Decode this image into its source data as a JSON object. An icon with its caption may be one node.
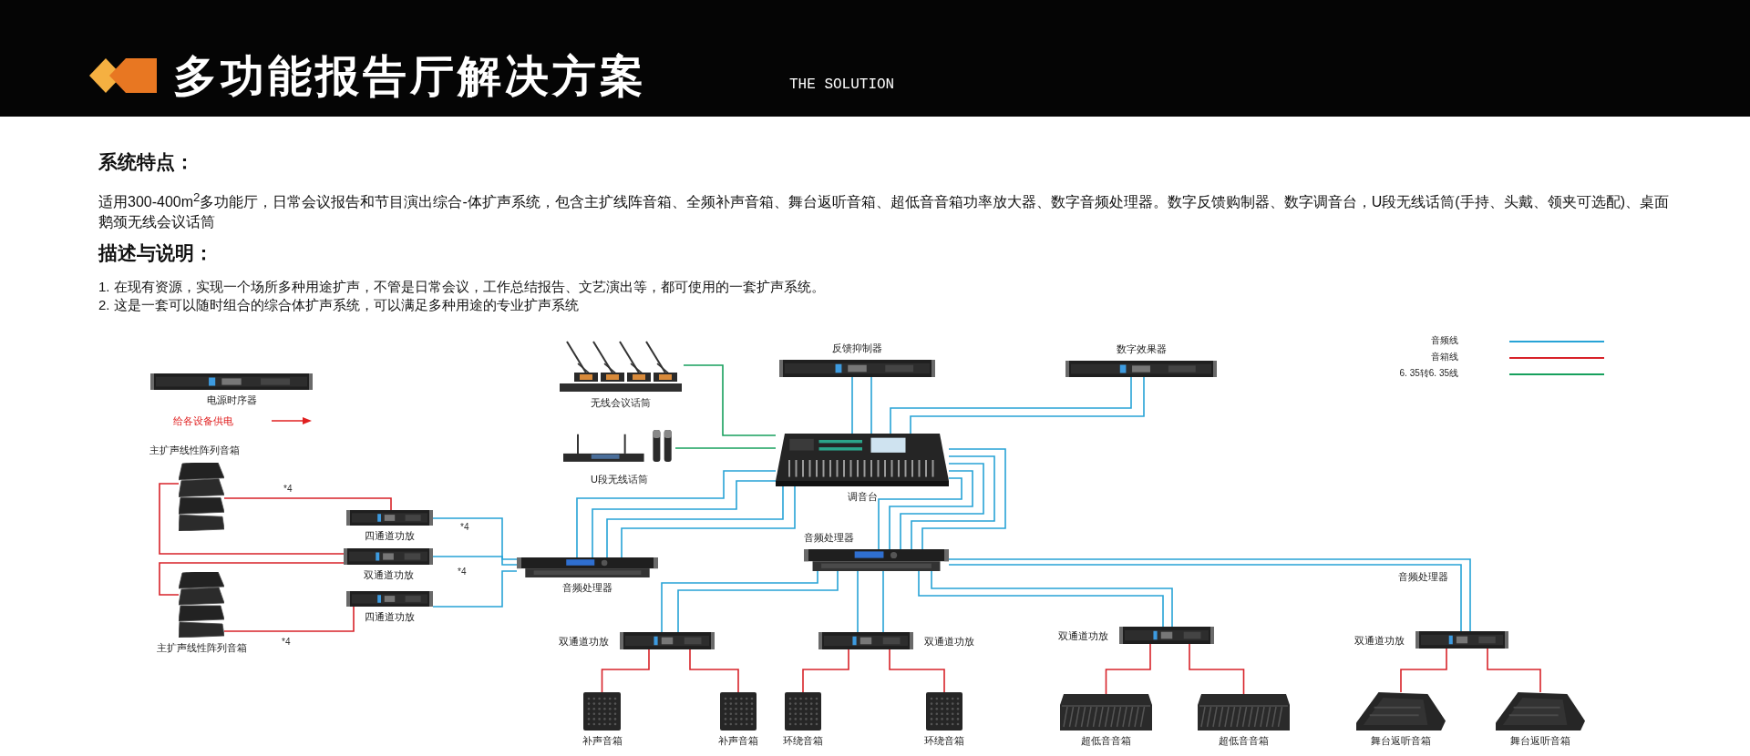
{
  "diagram": {
    "title": "多功能报告厅解决方案",
    "nodes": [
      {
        "text": [
          "电源时序器"
        ]
      },
      {
        "text": [
          "无线会议话筒"
        ]
      },
      {
        "text": [
          "U段无线话筒"
        ]
      },
      {
        "text": [
          "反馈抑制器"
        ]
      },
      {
        "text": [
          "数字效果器"
        ]
      },
      {
        "text": [
          "调音台"
        ]
      },
      {
        "text": [
          "主扩声线性阵列音箱"
        ]
      },
      {
        "text": [
          "四通道功放"
        ]
      },
      {
        "text": [
          "双通道功放"
        ]
      },
      {
        "text": [
          "四通道功放"
        ]
      },
      {
        "text": [
          "主扩声线性阵列音箱"
        ]
      },
      {
        "text": [
          "音频处理器"
        ]
      },
      {
        "text": [
          "音频处理器"
        ]
      },
      {
        "text": [
          "双通道功放"
        ]
      },
      {
        "text": [
          "双通道功放"
        ]
      },
      {
        "text": [
          "双通道功放"
        ]
      },
      {
        "text": [
          "双通道功放"
        ]
      },
      {
        "text": [
          "补声音箱"
        ]
      },
      {
        "text": [
          "补声音箱"
        ]
      },
      {
        "text": [
          "环绕音箱"
        ]
      },
      {
        "text": [
          "环绕音箱"
        ]
      },
      {
        "text": [
          "超低音音箱"
        ]
      },
      {
        "text": [
          "超低音音箱"
        ]
      },
      {
        "text": [
          "舞台返听音箱"
        ]
      },
      {
        "text": [
          "舞台返听音箱"
        ]
      }
    ],
    "edges": [
      {
        "from": 1,
        "to": 5,
        "arrow": "none",
        "color": "#17a05d"
      },
      {
        "from": 2,
        "to": 5,
        "arrow": "none",
        "color": "#17a05d"
      },
      {
        "from": 3,
        "to": 5,
        "arrow": "none"
      },
      {
        "from": 3,
        "to": 5,
        "arrow": "none"
      },
      {
        "from": 4,
        "to": 5,
        "arrow": "none"
      },
      {
        "from": 4,
        "to": 5,
        "arrow": "none"
      },
      {
        "from": 5,
        "to": 11,
        "arrow": "none"
      },
      {
        "from": 5,
        "to": 11,
        "arrow": "none"
      },
      {
        "from": 5,
        "to": 11,
        "arrow": "none"
      },
      {
        "from": 5,
        "to": 11,
        "arrow": "none"
      },
      {
        "from": 5,
        "to": 12,
        "arrow": "none"
      },
      {
        "from": 5,
        "to": 12,
        "arrow": "none"
      },
      {
        "from": 5,
        "to": 12,
        "arrow": "none"
      },
      {
        "from": 5,
        "to": 12,
        "arrow": "none"
      },
      {
        "from": 5,
        "to": 12,
        "arrow": "none"
      },
      {
        "from": 11,
        "to": 7,
        "arrow": "none"
      },
      {
        "from": 11,
        "to": 8,
        "arrow": "none"
      },
      {
        "from": 11,
        "to": 9,
        "arrow": "none"
      },
      {
        "from": 6,
        "to": 7,
        "arrow": "none",
        "color": "#d8232a"
      },
      {
        "from": 6,
        "to": 8,
        "arrow": "none",
        "color": "#d8232a"
      },
      {
        "from": 8,
        "to": 10,
        "arrow": "none",
        "color": "#d8232a"
      },
      {
        "from": 10,
        "to": 9,
        "arrow": "none",
        "color": "#d8232a"
      },
      {
        "from": 12,
        "to": 13,
        "arrow": "none"
      },
      {
        "from": 12,
        "to": 13,
        "arrow": "none"
      },
      {
        "from": 12,
        "to": 14,
        "arrow": "none"
      },
      {
        "from": 12,
        "to": 14,
        "arrow": "none"
      },
      {
        "from": 12,
        "to": 15,
        "arrow": "none"
      },
      {
        "from": 12,
        "to": 15,
        "arrow": "none"
      },
      {
        "from": 12,
        "to": 16,
        "arrow": "none"
      },
      {
        "from": 12,
        "to": 16,
        "arrow": "none"
      },
      {
        "from": 13,
        "to": 17,
        "arrow": "none",
        "color": "#d8232a"
      },
      {
        "from": 13,
        "to": 18,
        "arrow": "none",
        "color": "#d8232a"
      },
      {
        "from": 14,
        "to": 19,
        "arrow": "none",
        "color": "#d8232a"
      },
      {
        "from": 14,
        "to": 20,
        "arrow": "none",
        "color": "#d8232a"
      },
      {
        "from": 15,
        "to": 21,
        "arrow": "none",
        "color": "#d8232a"
      },
      {
        "from": 15,
        "to": 22,
        "arrow": "none",
        "color": "#d8232a"
      },
      {
        "from": 16,
        "to": 23,
        "arrow": "none",
        "color": "#d8232a"
      },
      {
        "from": 16,
        "to": 24,
        "arrow": "none",
        "color": "#d8232a"
      }
    ],
    "labels": [
      "THE SOLUTION",
      "系统特点：",
      "适用300-400m$^{2}$多功能厅，日常会议报告和节目演出综合-体扩声系统，包含主扩线阵音箱、全频补声音箱、舞台返听音箱、超低音音箱功率放大器、数字音频处理器。数字反馈购制器、数字调音台，U段无线话筒(手持、头戴、领夹可选配)、桌面鹅颈无线会议话筒",
      "描述与说明：",
      "1. 在现有资源，实现一个场所多种用途扩声，不管是日常会议，工作总结报告、文艺演出等，都可使用的一套扩声系统。",
      "2. 这是一套可以随时组合的综合体扩声系统，可以满足多种用途的专业扩声系统",
      "给各设备供电",
      "*4",
      "*4",
      "*4",
      "*4",
      "音频处理器"
    ],
    "legend": [
      {
        "text": "音频线"
      },
      {
        "text": "音箱线"
      },
      {
        "text": "6. 35转6. 35线"
      }
    ]
  }
}
